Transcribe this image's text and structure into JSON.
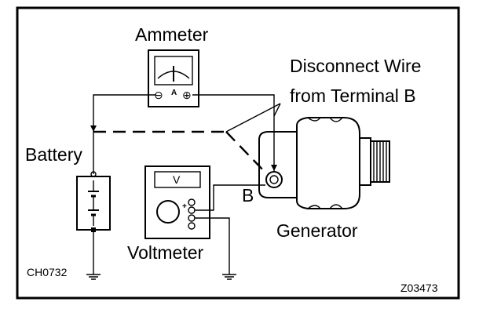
{
  "labels": {
    "ammeter": "Ammeter",
    "disconnect_line1": "Disconnect Wire",
    "disconnect_line2": "from Terminal B",
    "battery": "Battery",
    "terminal_b": "B",
    "generator": "Generator",
    "voltmeter": "Voltmeter",
    "code_left": "CH0732",
    "code_right": "Z03473",
    "voltmeter_display": "V",
    "ammeter_scale": "A",
    "ammeter_minus": "⊖",
    "ammeter_plus": "⊕"
  }
}
